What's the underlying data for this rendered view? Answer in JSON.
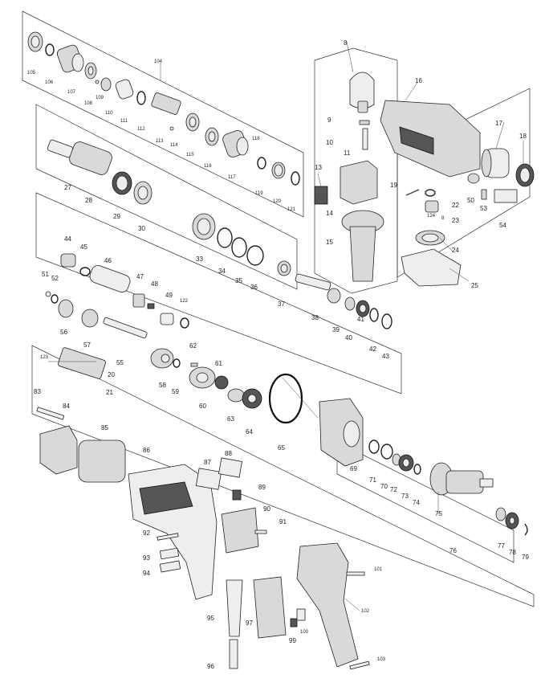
{
  "title": "",
  "labels": {
    "l8": "8",
    "l9": "9",
    "l10": "10",
    "l11": "11",
    "l13": "13",
    "l14": "14",
    "l15": "15",
    "l16": "16",
    "l17": "17",
    "l18": "18",
    "l19": "19",
    "l22": "22",
    "l23": "23",
    "l24": "24",
    "l25": "25",
    "l27": "27",
    "l28": "28",
    "l29": "29",
    "l30": "30",
    "l33": "33",
    "l34": "34",
    "l35": "35",
    "l36": "36",
    "l37": "37",
    "l38": "38",
    "l39": "39",
    "l40": "40",
    "l41": "41",
    "l42": "42",
    "l43": "43",
    "l44": "44",
    "l45": "45",
    "l46": "46",
    "l47": "47",
    "l48": "48",
    "l49": "49",
    "l50": "50",
    "l51": "51",
    "l52": "52",
    "l53": "53",
    "l54": "54",
    "l55": "55",
    "l56": "56",
    "l57": "57",
    "l58": "58",
    "l59": "59",
    "l60": "60",
    "l61": "61",
    "l62": "62",
    "l63": "63",
    "l64": "64",
    "l65": "65",
    "l69": "69",
    "l70": "70",
    "l71": "71",
    "l72": "72",
    "l73": "73",
    "l74": "74",
    "l75": "75",
    "l76": "76",
    "l77": "77",
    "l78": "78",
    "l79": "79",
    "l83": "83",
    "l84": "84",
    "l85": "85",
    "l86": "86",
    "l87": "87",
    "l88": "88",
    "l89": "89",
    "l90": "90",
    "l91": "91",
    "l92": "92",
    "l93": "93",
    "l94": "94",
    "l95": "95",
    "l96": "96",
    "l97": "97",
    "l99": "99",
    "l100": "100",
    "l101": "101",
    "l102": "102",
    "l103": "103",
    "l104": "104",
    "l105": "105",
    "l106": "106",
    "l107": "107",
    "l108": "108",
    "l109": "109",
    "l110": "110",
    "l111": "111",
    "l112": "112",
    "l113": "113",
    "l114": "114",
    "l115": "115",
    "l116": "116",
    "l117": "117",
    "l118": "118",
    "l119": "119",
    "l120": "120",
    "l121": "121",
    "l122": "122",
    "l123": "123",
    "l124": "124",
    "l8b": "8",
    "l20": "20",
    "l21": "21"
  }
}
